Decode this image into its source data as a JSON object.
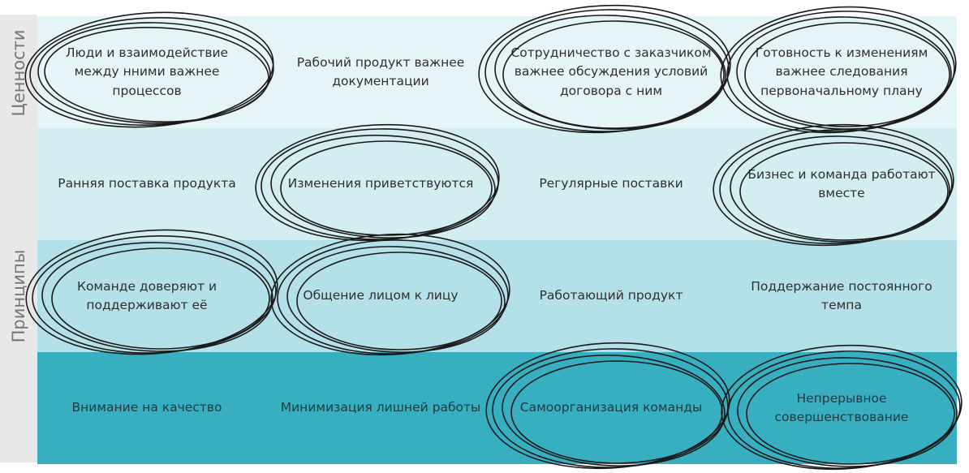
{
  "side_labels": {
    "values": "Ценности",
    "principles": "Принципы"
  },
  "rows": [
    {
      "cells": [
        {
          "text": "Люди и взаимодействие между нними важнее процессов",
          "circled": true
        },
        {
          "text": "Рабочий продукт важнее документации",
          "circled": false
        },
        {
          "text": "Сотрудничество с заказчиком важнее обсуждения условий договора с ним",
          "circled": true
        },
        {
          "text": "Готовность к изменениям важнее следования первоначальному плану",
          "circled": true
        }
      ]
    },
    {
      "cells": [
        {
          "text": "Ранняя поставка продукта",
          "circled": false
        },
        {
          "text": "Изменения приветствуются",
          "circled": true
        },
        {
          "text": "Регулярные поставки",
          "circled": false
        },
        {
          "text": "Бизнес и команда работают вместе",
          "circled": true
        }
      ]
    },
    {
      "cells": [
        {
          "text": "Команде доверяют и поддерживают её",
          "circled": true
        },
        {
          "text": "Общение лицом к лицу",
          "circled": true
        },
        {
          "text": "Работающий продукт",
          "circled": false
        },
        {
          "text": "Поддержание постоянного темпа",
          "circled": false
        }
      ]
    },
    {
      "cells": [
        {
          "text": "Внимание на качество",
          "circled": false
        },
        {
          "text": "Минимизация лишней работы",
          "circled": false
        },
        {
          "text": "Самоорганизация команды",
          "circled": true
        },
        {
          "text": "Непрерывное совершенствование",
          "circled": true
        }
      ]
    }
  ]
}
